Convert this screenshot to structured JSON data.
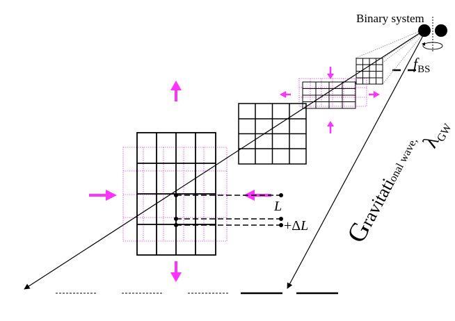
{
  "labels": {
    "binary_system": "Binary system",
    "f_bs_main": "f",
    "f_bs_sub": "BS",
    "length": "L",
    "delta_plus": "+Δ",
    "delta_L": "L",
    "gw_g": "G",
    "gw_ravitati": "ravitati",
    "gw_onal_wave": "onal wave,",
    "lambda": "λ",
    "lambda_sub": "GW"
  },
  "colors": {
    "ink": "#000000",
    "arrow": "#ff33ff",
    "strain_grid": "#e040e0",
    "guide": "#808080"
  },
  "icons": {
    "bodies": "binary-star-icon",
    "orbit": "rotation-arrow-icon"
  }
}
